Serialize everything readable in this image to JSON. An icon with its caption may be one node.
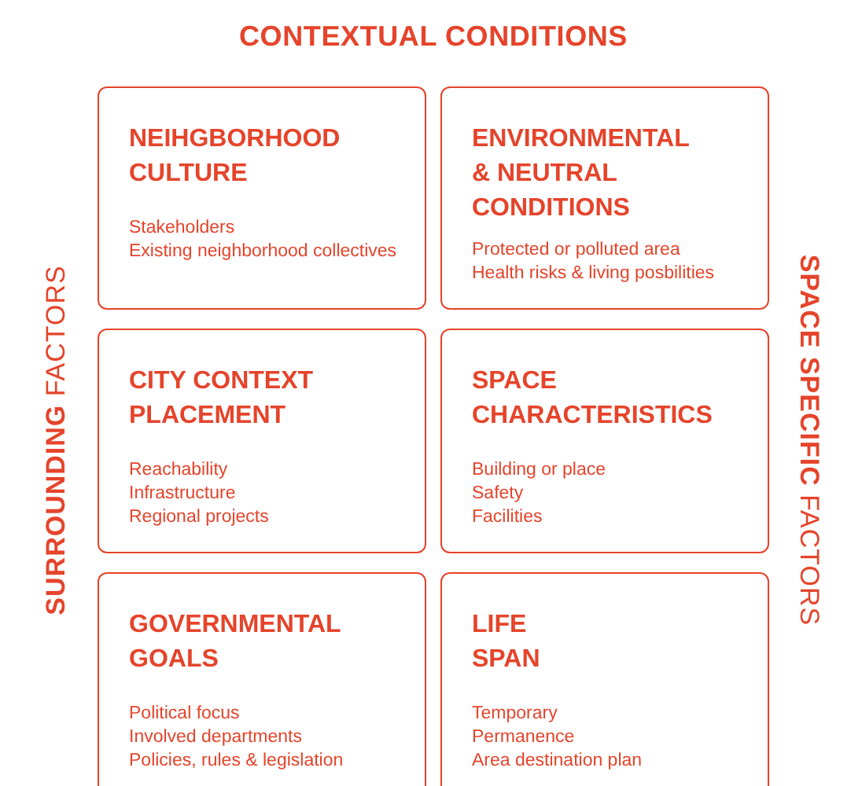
{
  "diagram": {
    "title": "CONTEXTUAL CONDITIONS",
    "nodes": [
      {
        "text": [
          "NEIHGBORHOOD CULTURE",
          "Stakeholders",
          "Existing neighborhood collectives"
        ]
      },
      {
        "text": [
          "ENVIRONMENTAL & NEUTRAL CONDITIONS",
          "Protected or polluted area",
          "Health risks & living posbilities"
        ]
      },
      {
        "text": [
          "CITY CONTEXT PLACEMENT",
          "Reachability",
          "Infrastructure",
          "Regional projects"
        ]
      },
      {
        "text": [
          "SPACE CHARACTERISTICS",
          "Building or place",
          "Safety",
          "Facilities"
        ]
      },
      {
        "text": [
          "GOVERNMENTAL GOALS",
          "Political focus",
          "Involved departments",
          "Policies, rules & legislation"
        ]
      },
      {
        "text": [
          "LIFE SPAN",
          "Temporary",
          "Permanence",
          "Area destination plan"
        ]
      }
    ],
    "labels": [
      "**SURROUNDING** FACTORS",
      "**SPACE SPECIFIC** FACTORS"
    ]
  }
}
